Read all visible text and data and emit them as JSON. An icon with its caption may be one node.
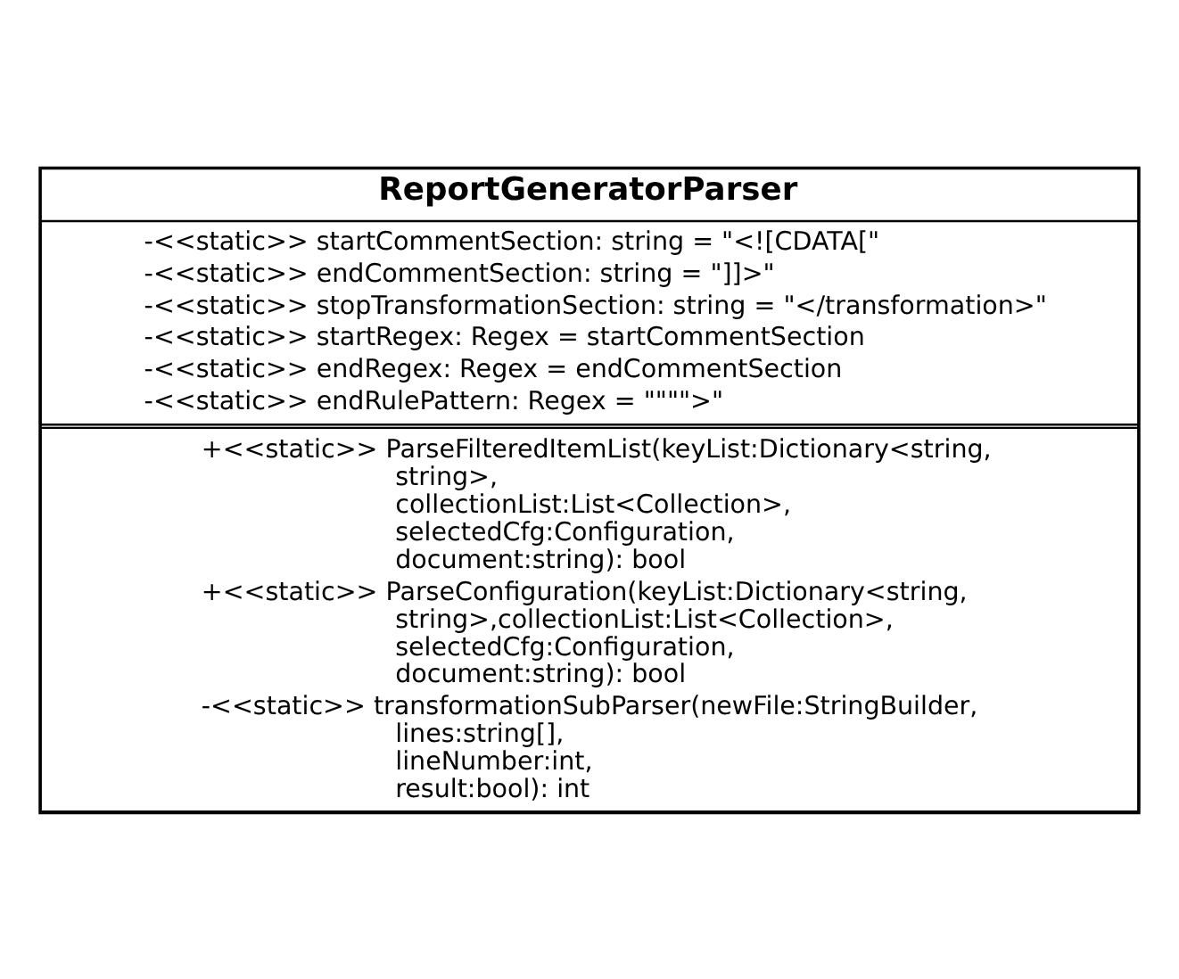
{
  "diagram": {
    "nodes": [
      {
        "text": [
          "ReportGeneratorParser"
        ]
      },
      {
        "text": [
          "-<<static>> startCommentSection: string = \"<![CDATA[\"",
          "-<<static>> endCommentSection: string = \"]]>\"",
          "-<<static>> stopTransformationSection: string = \"</transformation>\"",
          "-<<static>> startRegex: Regex = startCommentSection",
          "-<<static>> endRegex: Regex = endCommentSection",
          "-<<static>> endRulePattern: Regex = \"\"\"\">\""
        ],
        "in": 0
      },
      {
        "text": [
          "+<<static>> ParseFilteredItemList(keyList:Dictionary<string, string>, collectionList:List<Collection>, selectedCfg:Configuration, document:string): bool",
          "+<<static>> ParseConfiguration(keyList:Dictionary<string, string>,collectionList:List<Collection>, selectedCfg:Configuration, document:string): bool",
          "-<<static>> transformationSubParser(newFile:StringBuilder, lines:string[], lineNumber:int, result:bool): int"
        ],
        "in": 0
      }
    ],
    "edges": []
  }
}
